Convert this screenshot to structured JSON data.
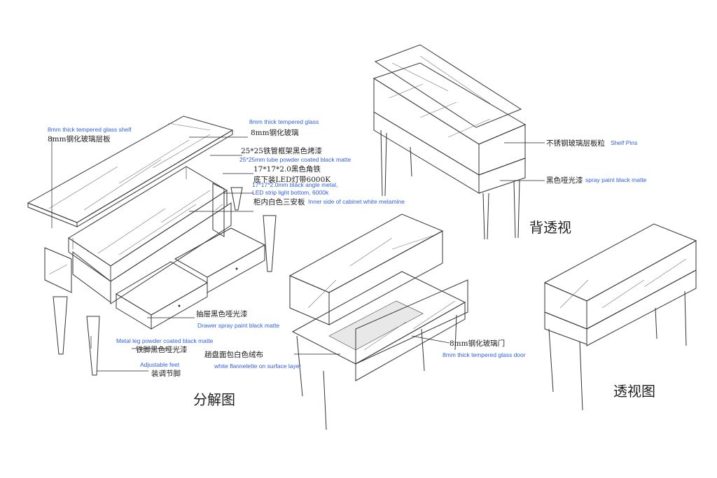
{
  "colors": {
    "english_label": "#2f5fe0",
    "chinese_label": "#1a1a1a",
    "line": "#333333"
  },
  "titles": {
    "exploded": "分解图",
    "back": "背透视",
    "perspective": "透视图"
  },
  "labels": {
    "glass_shelf_en": "8mm thick tempered glass shelf",
    "glass_shelf_cn": "8mm钢化玻璃层板",
    "glass_top_en": "8mm thick tempered glass",
    "glass_top_cn": "8mm钢化玻璃",
    "tube_cn": "25*25铁管框架黑色烤漆",
    "tube_en": "25*25mm tube powder coated black matte",
    "angle_cn": "17*17*2.0黑色角铁",
    "angle_en": "17*17*2.0mm black angle metal,",
    "led_cn": "底下装LED灯带6000K",
    "led_en": "LED strip light bottom, 6000k",
    "inner_cn": "柜内白色三安板",
    "inner_en": "Inner side of cabinet white melamine",
    "drawer_cn": "抽屉黑色哑光漆",
    "drawer_en": "Drawer spray paint black matte",
    "leg_en": "Metal leg powder coated black matte",
    "leg_cn": "铁脚黑色哑光漆",
    "feet_en": "Adjustable feet",
    "feet_cn": "装调节脚",
    "flannel_cn": "趟盘面包白色绒布",
    "flannel_en": "white flannelette on surface layer",
    "door_cn": "8mm钢化玻璃门",
    "door_en": "8mm thick tempered glass door",
    "pins_cn": "不锈钢玻璃层板粒",
    "pins_en": "Shelf Pins",
    "paint_cn": "黑色哑光漆",
    "paint_en": "spray paint black matte"
  }
}
